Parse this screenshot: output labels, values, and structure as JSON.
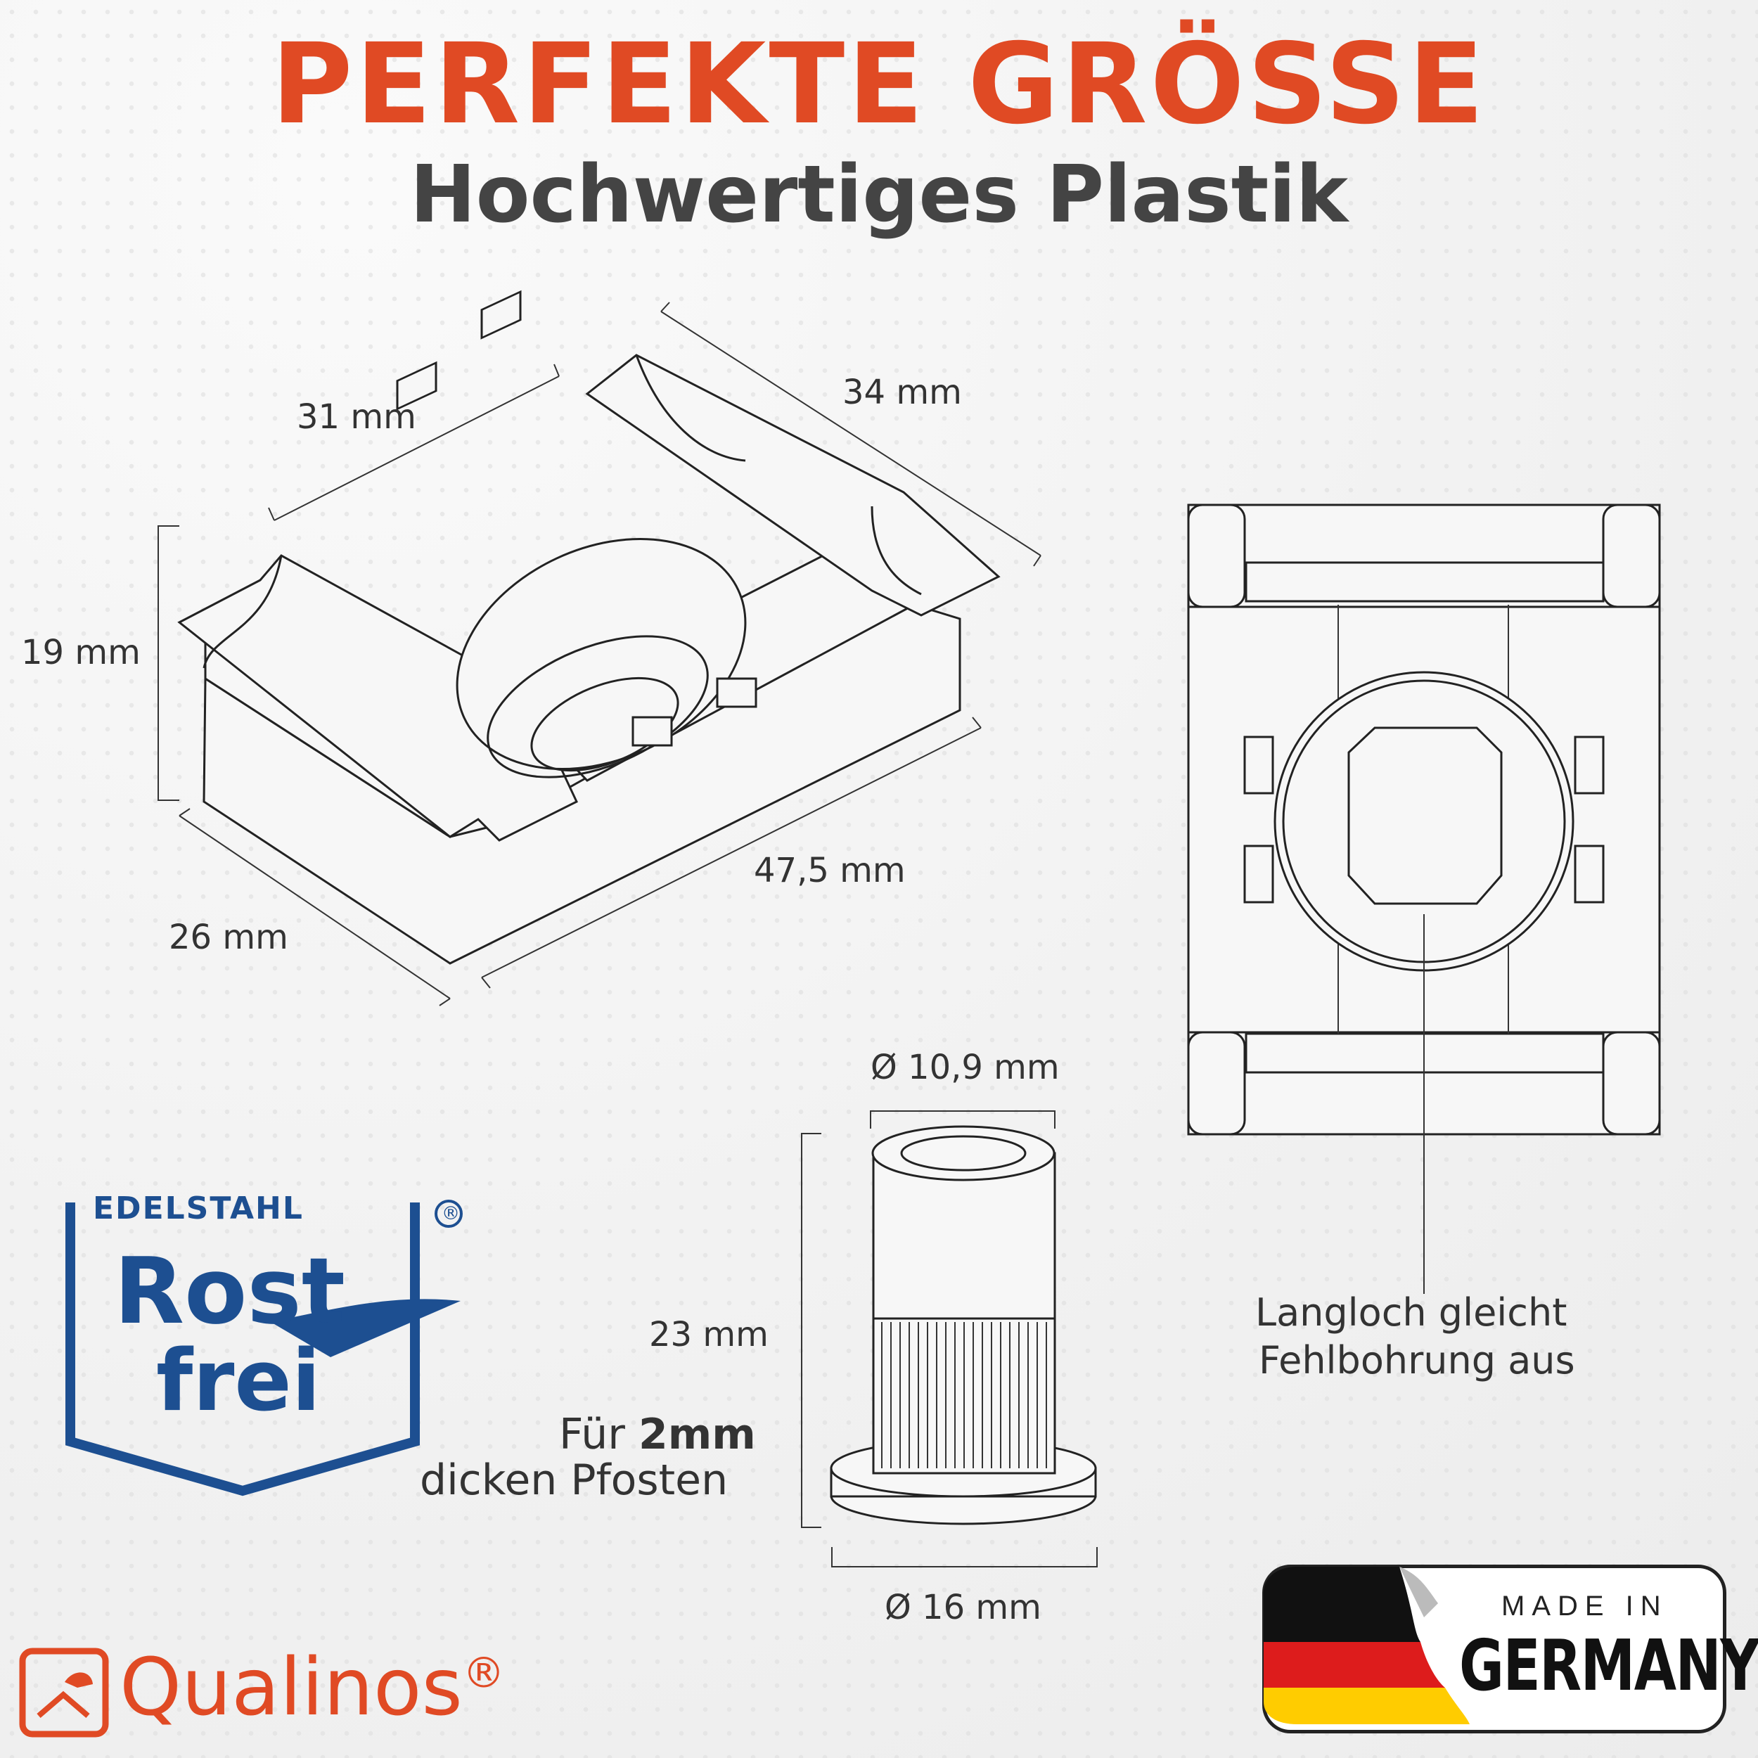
{
  "header": {
    "title": "PERFEKTE GRÖSSE",
    "subtitle": "Hochwertiges Plastik"
  },
  "dimensions": {
    "width_top": "31 mm",
    "depth_top": "34 mm",
    "height": "19 mm",
    "width_bottom": "26 mm",
    "length": "47,5 mm",
    "insert_inner_dia": "Ø 10,9 mm",
    "insert_height": "23 mm",
    "insert_outer_dia": "Ø 16 mm"
  },
  "notes": {
    "slot_line1": "Langloch gleicht",
    "slot_line2": "Fehlbohrung aus",
    "post_prefix": "Für ",
    "post_bold": "2mm",
    "post_line2": "dicken Pfosten"
  },
  "seal": {
    "top_text": "EDELSTAHL",
    "registered": "®",
    "word1": "Rost",
    "word2": "frei",
    "color": "#1d4f91"
  },
  "made_in": {
    "line1": "MADE IN",
    "line2": "GERMANY",
    "flag_colors": [
      "#111111",
      "#dd1c1c",
      "#ffcc00"
    ]
  },
  "brand": {
    "name": "Qualinos",
    "registered": "®",
    "color": "#e04a24"
  },
  "colors": {
    "accent": "#e04a24",
    "heading_gray": "#444444"
  }
}
